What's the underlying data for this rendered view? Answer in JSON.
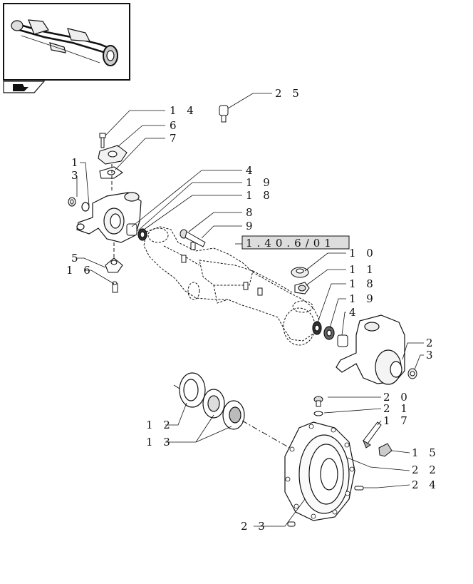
{
  "reference_box": {
    "text": "1.40.6/01"
  },
  "callouts": [
    {
      "id": "c14",
      "text": "1 4"
    },
    {
      "id": "c25",
      "text": "2 5"
    },
    {
      "id": "c6",
      "text": "6"
    },
    {
      "id": "c7",
      "text": "7"
    },
    {
      "id": "c1",
      "text": "1"
    },
    {
      "id": "c3a",
      "text": "3"
    },
    {
      "id": "c4a",
      "text": "4"
    },
    {
      "id": "c19a",
      "text": "1 9"
    },
    {
      "id": "c18a",
      "text": "1 8"
    },
    {
      "id": "c8",
      "text": "8"
    },
    {
      "id": "c9",
      "text": "9"
    },
    {
      "id": "c5",
      "text": "5"
    },
    {
      "id": "c16",
      "text": "1 6"
    },
    {
      "id": "c10",
      "text": "1 0"
    },
    {
      "id": "c11",
      "text": "1 1"
    },
    {
      "id": "c18b",
      "text": "1 8"
    },
    {
      "id": "c19b",
      "text": "1 9"
    },
    {
      "id": "c4b",
      "text": "4"
    },
    {
      "id": "c2",
      "text": "2"
    },
    {
      "id": "c3b",
      "text": "3"
    },
    {
      "id": "c20",
      "text": "2 0"
    },
    {
      "id": "c21",
      "text": "2 1"
    },
    {
      "id": "c17",
      "text": "1 7"
    },
    {
      "id": "c15",
      "text": "1 5"
    },
    {
      "id": "c22",
      "text": "2 2"
    },
    {
      "id": "c24",
      "text": "2 4"
    },
    {
      "id": "c12",
      "text": "1 2"
    },
    {
      "id": "c13",
      "text": "1 3"
    },
    {
      "id": "c23",
      "text": "2 3"
    }
  ]
}
